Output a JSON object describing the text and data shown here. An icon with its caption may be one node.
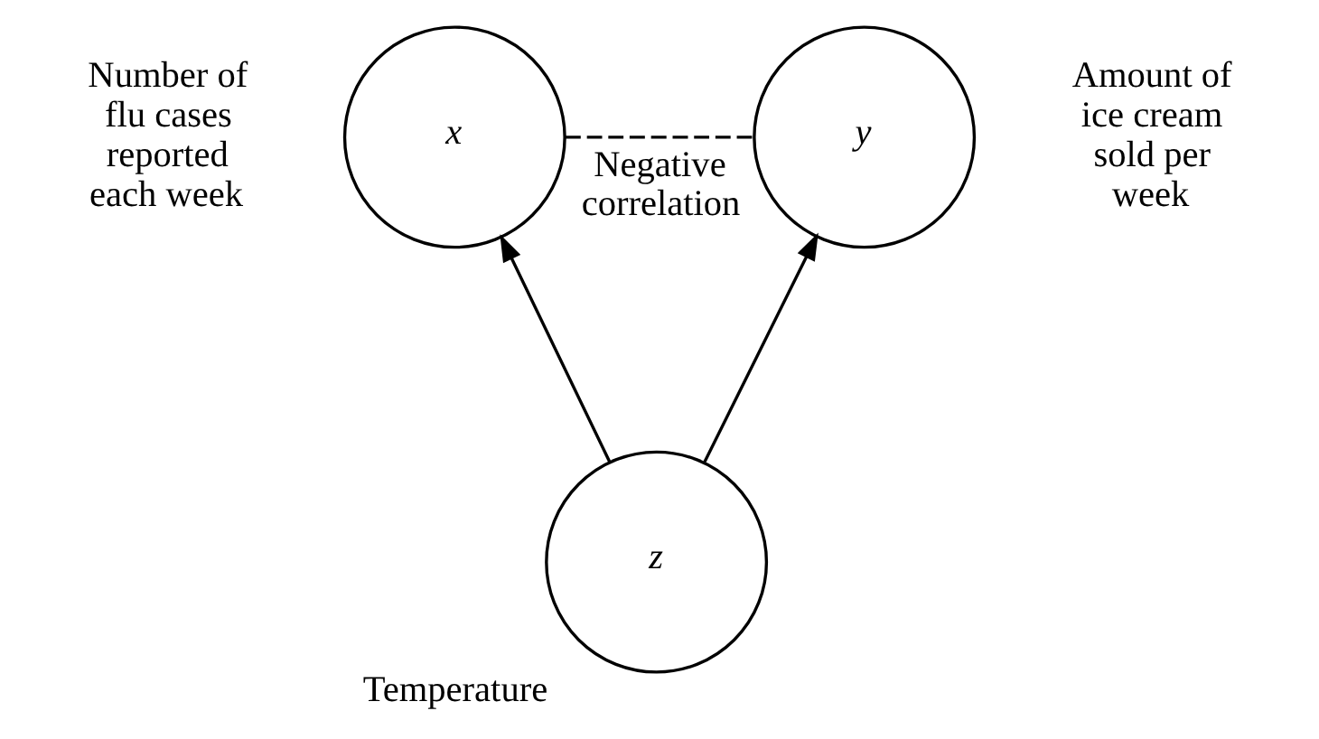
{
  "diagram": {
    "nodes": [
      {
        "text": [
          "x"
        ],
        "beside": [
          "Number of flu cases reported each week"
        ]
      },
      {
        "text": [
          "y"
        ],
        "beside": [
          "Amount of ice cream sold per week"
        ]
      },
      {
        "text": [
          "z"
        ],
        "beside": [
          "Temperature"
        ]
      }
    ],
    "edges": [
      {
        "from": 0,
        "to": 1,
        "arrow": "none",
        "style": "dashed",
        "label": "Negative correlation"
      },
      {
        "from": 2,
        "to": 0,
        "arrow": "to"
      },
      {
        "from": 2,
        "to": 1,
        "arrow": "to"
      }
    ]
  }
}
